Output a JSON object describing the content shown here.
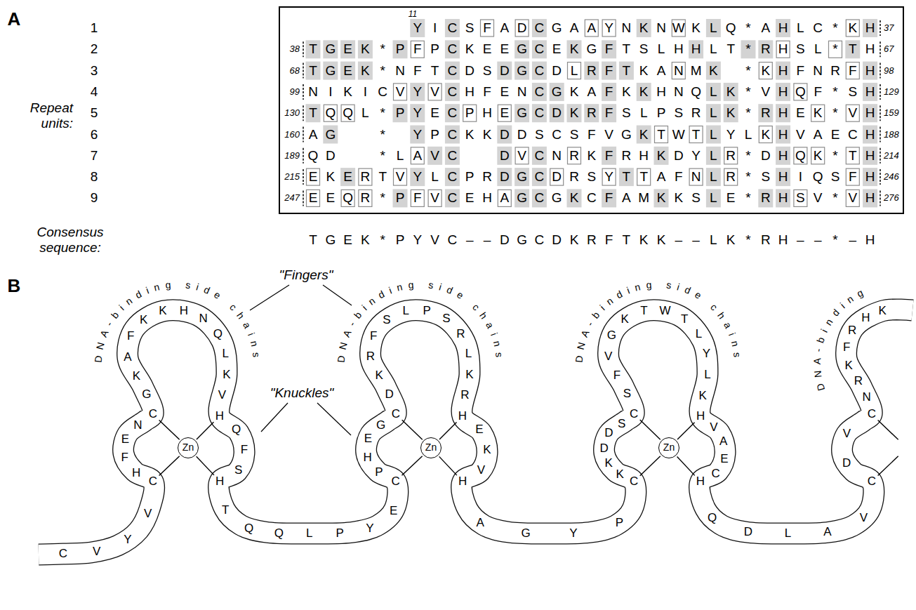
{
  "diagram": {
    "nodes": [
      {
        "text": [
          "Zn"
        ]
      },
      {
        "text": [
          "Zn"
        ]
      },
      {
        "text": [
          "Zn"
        ]
      }
    ],
    "labels": [
      "A",
      "Repeat units:",
      "1",
      "2",
      "3",
      "4",
      "5",
      "6",
      "7",
      "8",
      "9",
      "11",
      "Y",
      "I",
      "C",
      "S",
      "F",
      "A",
      "D",
      "C",
      "G",
      "A",
      "A",
      "Y",
      "N",
      "K",
      "N",
      "W",
      "K",
      "L",
      "Q",
      "*",
      "A",
      "H",
      "L",
      "C",
      "*",
      "K",
      "H",
      "37",
      "38",
      "T",
      "G",
      "E",
      "K",
      "*",
      "P",
      "F",
      "P",
      "C",
      "K",
      "E",
      "E",
      "G",
      "C",
      "E",
      "K",
      "G",
      "F",
      "T",
      "S",
      "L",
      "H",
      "H",
      "L",
      "T",
      "*",
      "R",
      "H",
      "S",
      "L",
      "*",
      "T",
      "H",
      "67",
      "68",
      "T",
      "G",
      "E",
      "K",
      "*",
      "N",
      "F",
      "T",
      "C",
      "D",
      "S",
      "D",
      "G",
      "C",
      "D",
      "L",
      "R",
      "F",
      "T",
      "K",
      "A",
      "N",
      "M",
      "K",
      "*",
      "K",
      "H",
      "F",
      "N",
      "R",
      "F",
      "H",
      "98",
      "99",
      "N",
      "I",
      "K",
      "I",
      "C",
      "V",
      "Y",
      "V",
      "C",
      "H",
      "F",
      "E",
      "N",
      "C",
      "G",
      "K",
      "A",
      "F",
      "K",
      "K",
      "H",
      "N",
      "Q",
      "L",
      "K",
      "*",
      "V",
      "H",
      "Q",
      "F",
      "*",
      "S",
      "H",
      "129",
      "130",
      "T",
      "Q",
      "Q",
      "L",
      "*",
      "P",
      "Y",
      "E",
      "C",
      "P",
      "H",
      "E",
      "G",
      "C",
      "D",
      "K",
      "R",
      "F",
      "S",
      "L",
      "P",
      "S",
      "R",
      "L",
      "K",
      "*",
      "R",
      "H",
      "E",
      "K",
      "*",
      "V",
      "H",
      "159",
      "160",
      "A",
      "G",
      "*",
      "Y",
      "P",
      "C",
      "K",
      "K",
      "D",
      "D",
      "S",
      "C",
      "S",
      "F",
      "V",
      "G",
      "K",
      "T",
      "W",
      "T",
      "L",
      "Y",
      "L",
      "K",
      "H",
      "V",
      "A",
      "E",
      "C",
      "H",
      "188",
      "189",
      "Q",
      "D",
      "*",
      "L",
      "A",
      "V",
      "C",
      "D",
      "V",
      "C",
      "N",
      "R",
      "K",
      "F",
      "R",
      "H",
      "K",
      "D",
      "Y",
      "L",
      "R",
      "*",
      "D",
      "H",
      "Q",
      "K",
      "*",
      "T",
      "H",
      "214",
      "215",
      "E",
      "K",
      "E",
      "R",
      "T",
      "V",
      "Y",
      "L",
      "C",
      "P",
      "R",
      "D",
      "G",
      "C",
      "D",
      "R",
      "S",
      "Y",
      "T",
      "T",
      "A",
      "F",
      "N",
      "L",
      "R",
      "*",
      "S",
      "H",
      "I",
      "Q",
      "S",
      "F",
      "H",
      "246",
      "247",
      "E",
      "E",
      "Q",
      "R",
      "*",
      "P",
      "F",
      "V",
      "C",
      "E",
      "H",
      "A",
      "G",
      "C",
      "G",
      "K",
      "C",
      "F",
      "A",
      "M",
      "K",
      "K",
      "S",
      "L",
      "E",
      "*",
      "R",
      "H",
      "S",
      "V",
      "*",
      "V",
      "H",
      "276",
      "Consensus sequence:",
      "T",
      "G",
      "E",
      "K",
      "*",
      "P",
      "Y",
      "V",
      "C",
      "–",
      "–",
      "D",
      "G",
      "C",
      "D",
      "K",
      "R",
      "F",
      "T",
      "K",
      "K",
      "–",
      "–",
      "L",
      "K",
      "*",
      "R",
      "H",
      "–",
      "–",
      "*",
      "–",
      "H",
      "B",
      "\"Fingers\"",
      "\"Knuckles\"",
      "DNA-binding side chains",
      "DNA-binding side chains",
      "DNA-binding side chains",
      "DNA-binding",
      "C",
      "V",
      "Y",
      "V",
      "C",
      "H",
      "F",
      "E",
      "N",
      "C",
      "G",
      "K",
      "A",
      "F",
      "K",
      "K",
      "H",
      "N",
      "Q",
      "L",
      "K",
      "V",
      "H",
      "Q",
      "F",
      "S",
      "H",
      "T",
      "Q",
      "Q",
      "L",
      "P",
      "Y",
      "E",
      "C",
      "P",
      "H",
      "E",
      "G",
      "C",
      "D",
      "K",
      "R",
      "F",
      "S",
      "L",
      "P",
      "S",
      "R",
      "L",
      "K",
      "R",
      "H",
      "E",
      "K",
      "V",
      "H",
      "A",
      "G",
      "Y",
      "P",
      "C",
      "K",
      "K",
      "D",
      "D",
      "S",
      "C",
      "S",
      "F",
      "V",
      "G",
      "K",
      "T",
      "W",
      "T",
      "L",
      "Y",
      "L",
      "K",
      "H",
      "V",
      "A",
      "E",
      "C",
      "H",
      "Q",
      "D",
      "L",
      "A",
      "V",
      "C",
      "D",
      "V",
      "C",
      "N",
      "R",
      "K",
      "F",
      "R",
      "H",
      "K"
    ]
  }
}
